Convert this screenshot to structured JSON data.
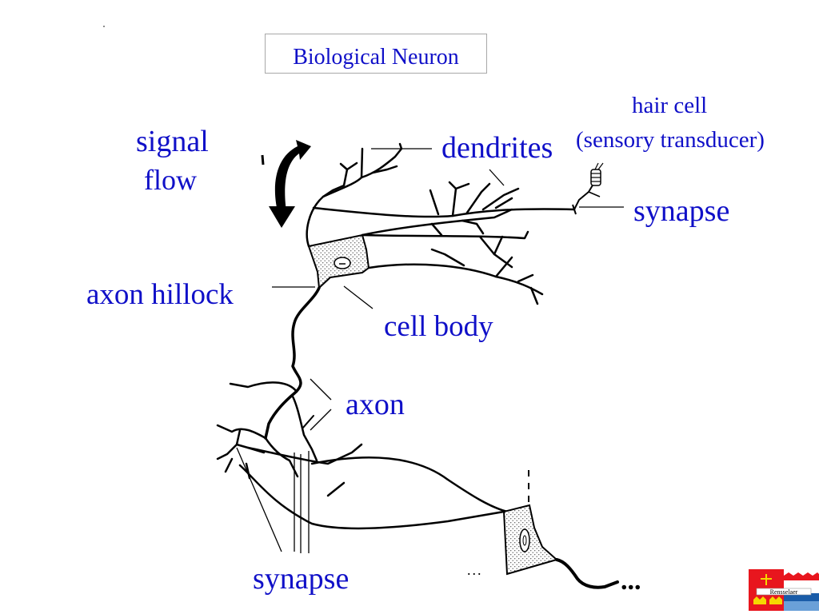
{
  "title": "Biological Neuron",
  "labels": {
    "signal": "signal",
    "flow": "flow",
    "dendrites": "dendrites",
    "hair_cell": "hair cell",
    "sensory_transducer": "(sensory transducer)",
    "synapse_top": "synapse",
    "axon_hillock": "axon hillock",
    "cell_body": "cell body",
    "axon": "axon",
    "synapse_bottom": "synapse"
  },
  "ellipsis_mid": "...",
  "ellipsis_right": "...",
  "logo_text": "Rensselaer",
  "colors": {
    "label": "#1010c8",
    "line": "#000000",
    "title_border": "#a8a8a8"
  },
  "icons": [
    "signal-flow-arrow-icon",
    "hair-cell-icon",
    "rensselaer-crest-icon"
  ]
}
